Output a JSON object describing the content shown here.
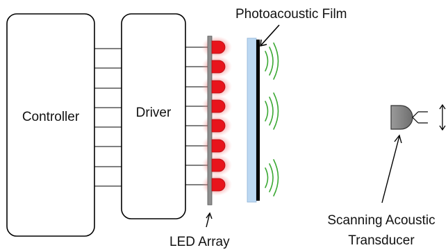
{
  "labels": {
    "controller": "Controller",
    "driver": "Driver",
    "film": "Photoacoustic Film",
    "led_array": "LED Array",
    "transducer_line1": "Scanning Acoustic",
    "transducer_line2": "Transducer"
  },
  "colors": {
    "box_stroke": "#000000",
    "led_red": "#e8141c",
    "led_glow": "#f26a6a",
    "film_blue": "#bcd8f2",
    "film_black": "#000000",
    "wave_green": "#3aa832",
    "transducer_gray": "#8c8c8c",
    "array_gray": "#8f8f8f"
  },
  "icons": {
    "led": "red-led-dome-icon",
    "wave": "acoustic-wave-arcs-icon",
    "transducer": "transducer-probe-icon",
    "scan_arrow": "double-headed-arrow-icon"
  }
}
